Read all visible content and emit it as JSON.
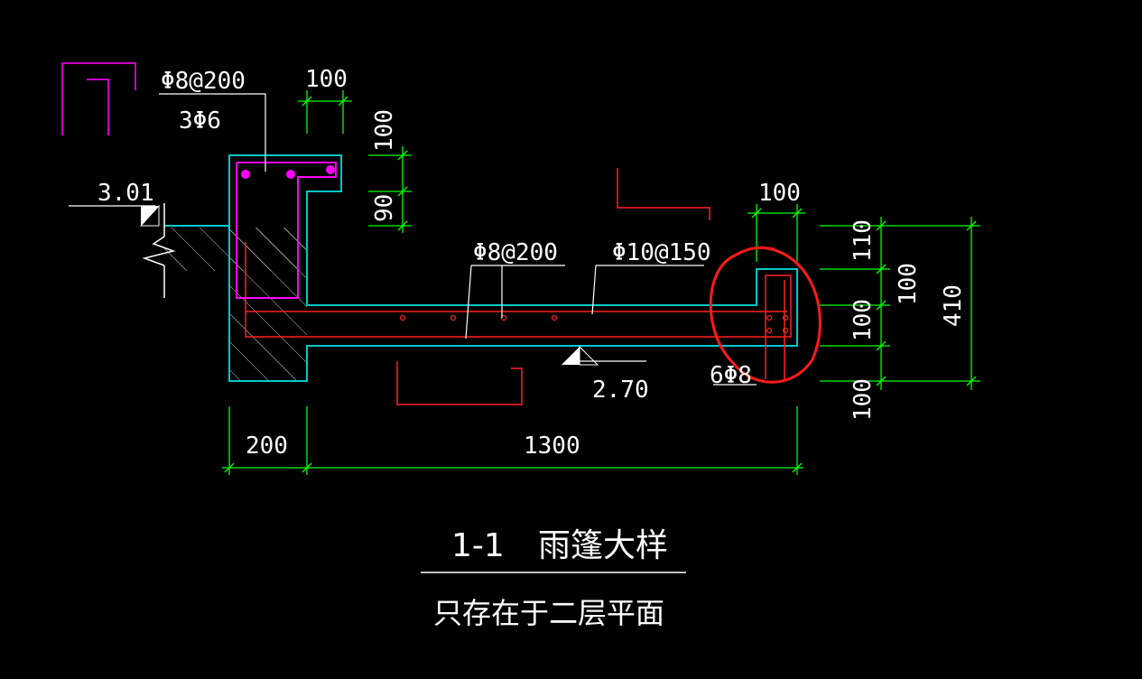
{
  "drawing": {
    "title_number": "1-1",
    "title_name": "雨篷大样",
    "subtitle": "只存在于二层平面",
    "elevations": {
      "top": "3.01",
      "bottom": "2.70"
    },
    "rebar_labels": {
      "beam_stirrup": "Φ8@200",
      "beam_longitudinal": "3Φ6",
      "slab_distribution": "Φ8@200",
      "slab_main": "Φ10@150",
      "edge_bars": "6Φ8"
    },
    "dimensions": {
      "beam_lip_width": "100",
      "beam_lip_height": "100",
      "beam_lip_depth": "90",
      "edge_width": "100",
      "edge_seg_1": "110",
      "edge_seg_2": "100",
      "edge_seg_3": "100",
      "edge_total": "410",
      "edge_bottom": "100",
      "wall_width": "200",
      "canopy_length": "1300"
    },
    "colors": {
      "background": "#000000",
      "dimension": "#00ff00",
      "outline": "#00c8c8",
      "rebar": "#ff2020",
      "stirrup": "#ff00ff",
      "text": "#ffffff",
      "annotation_circle": "#ff1a1a"
    }
  }
}
